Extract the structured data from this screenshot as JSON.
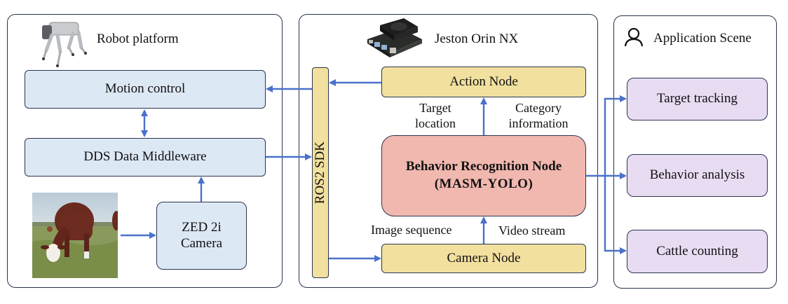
{
  "diagram": {
    "robot_panel": {
      "title": "Robot platform",
      "icon": "quadruped-robot-icon",
      "motion_control": "Motion control",
      "dds_middleware": "DDS Data Middleware",
      "camera_line1": "ZED 2i",
      "camera_line2": "Camera",
      "photo": "grazing-cattle-photo"
    },
    "jetson_panel": {
      "title": "Jeston Orin NX",
      "icon": "jetson-board-icon",
      "ros2_sdk": "ROS2 SDK",
      "action_node": "Action Node",
      "label_target_line1": "Target",
      "label_target_line2": "location",
      "label_category_line1": "Category",
      "label_category_line2": "information",
      "behavior_line1": "Behavior Recognition Node",
      "behavior_line2": "(MASM-YOLO)",
      "label_image_sequence": "Image sequence",
      "label_video_stream": "Video stream",
      "camera_node": "Camera Node"
    },
    "application_panel": {
      "title": "Application Scene",
      "icon": "user-icon",
      "items": [
        "Target tracking",
        "Behavior analysis",
        "Cattle counting"
      ]
    },
    "colors": {
      "arrow": "#4a72cc",
      "border": "#27334d",
      "blue_box": "#dde8f5",
      "yellow_box": "#f2e09f",
      "pink_box": "#f1b8b0",
      "purple_box": "#e8dcf3"
    }
  }
}
